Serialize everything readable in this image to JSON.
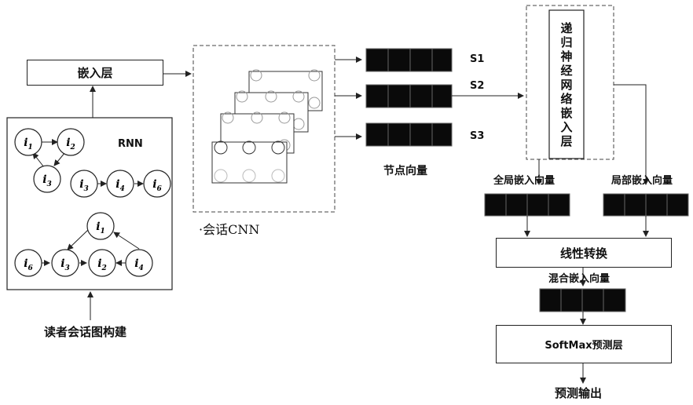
{
  "embedding_layer": "嵌入层",
  "rnn_label": "RNN",
  "graph_build": "读者会话图构建",
  "session_cnn": "·会话CNN",
  "node_vector": "节点向量",
  "s_labels": [
    "S1",
    "S2",
    "S3"
  ],
  "rnn_embed_chars": [
    "递",
    "归",
    "神",
    "经",
    "网",
    "络",
    "嵌",
    "入",
    "层"
  ],
  "global_embed": "全局嵌入向量",
  "local_embed": "局部嵌入向量",
  "linear_transform": "线性转换",
  "mixed_embed": "混合嵌入向量",
  "softmax_layer": "SoftMax预测层",
  "prediction_output": "预测输出",
  "graph_nodes": [
    {
      "label": "i",
      "sub": "1"
    },
    {
      "label": "i",
      "sub": "2"
    },
    {
      "label": "i",
      "sub": "3"
    },
    {
      "label": "i",
      "sub": "3"
    },
    {
      "label": "i",
      "sub": "4"
    },
    {
      "label": "i",
      "sub": "6"
    },
    {
      "label": "i",
      "sub": "1"
    },
    {
      "label": "i",
      "sub": "6"
    },
    {
      "label": "i",
      "sub": "3"
    },
    {
      "label": "i",
      "sub": "2"
    },
    {
      "label": "i",
      "sub": "4"
    }
  ]
}
